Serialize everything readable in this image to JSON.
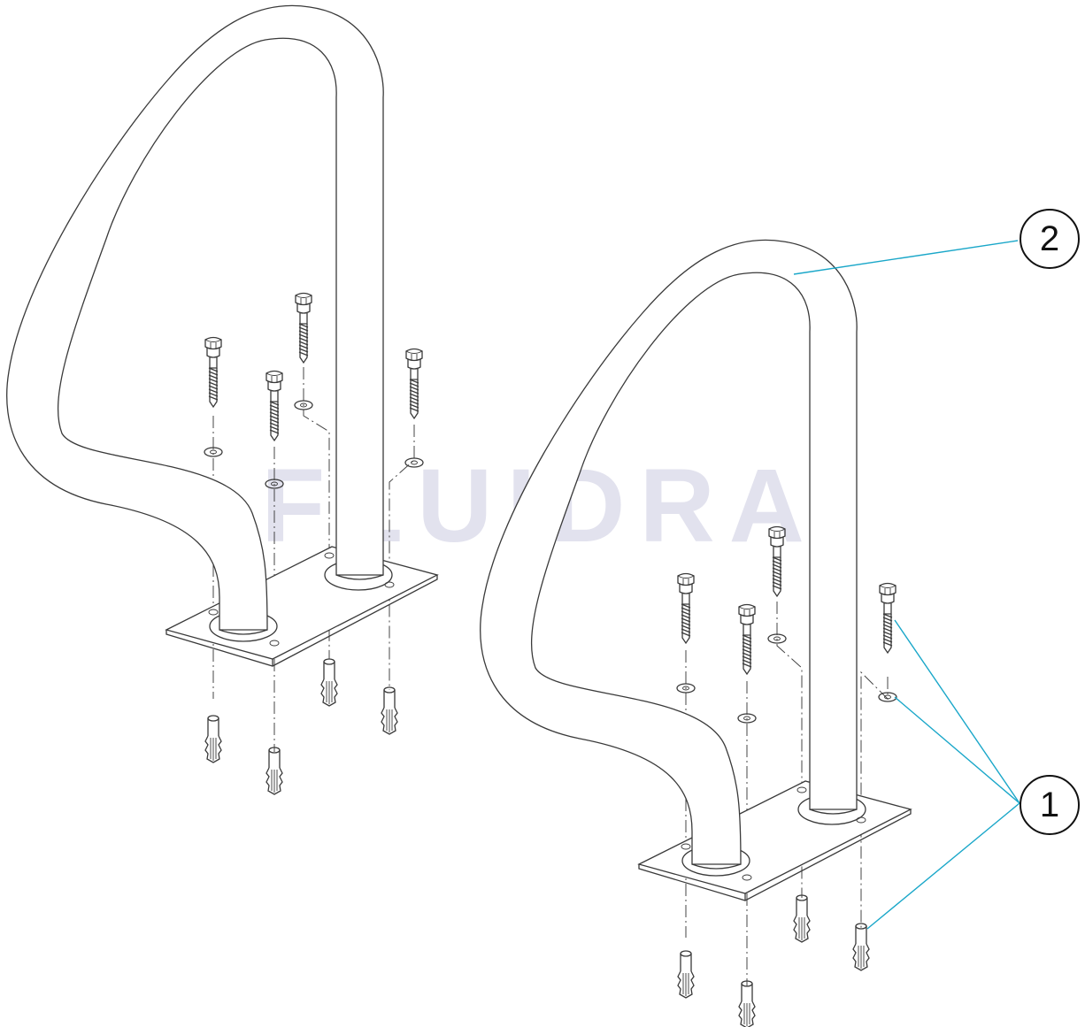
{
  "watermark": "FLUIDRA",
  "callouts": [
    {
      "id": "callout-1",
      "label": "1",
      "part": "fixing-kit"
    },
    {
      "id": "callout-2",
      "label": "2",
      "part": "handrail"
    }
  ],
  "colors": {
    "line": "#3a3a3a",
    "leader": "#1aa7c9",
    "watermark": "#e2e2ee",
    "background": "#ffffff"
  }
}
